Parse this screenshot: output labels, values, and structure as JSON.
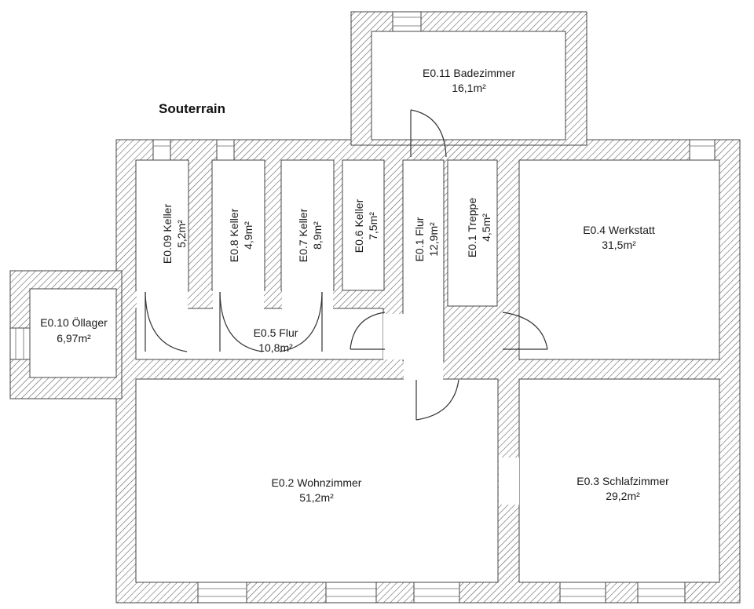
{
  "plan": {
    "title": "Souterrain",
    "rooms": [
      {
        "id": "E0.11",
        "name": "Badezimmer",
        "label": "E0.11 Badezimmer",
        "area": "16,1m²"
      },
      {
        "id": "E0.09",
        "name": "Keller",
        "label": "E0.09 Keller",
        "area": "5,2m²"
      },
      {
        "id": "E0.8",
        "name": "Keller",
        "label": "E0.8 Keller",
        "area": "4,9m²"
      },
      {
        "id": "E0.7",
        "name": "Keller",
        "label": "E0.7 Keller",
        "area": "8,9m²"
      },
      {
        "id": "E0.6",
        "name": "Keller",
        "label": "E0.6 Keller",
        "area": "7,5m²"
      },
      {
        "id": "E0.1",
        "name": "Flur",
        "label": "E0.1 Flur",
        "area": "12,9m²"
      },
      {
        "id": "E0.1",
        "name": "Treppe",
        "label": "E0.1 Treppe",
        "area": "4,5m²"
      },
      {
        "id": "E0.4",
        "name": "Werkstatt",
        "label": "E0.4 Werkstatt",
        "area": "31,5m²"
      },
      {
        "id": "E0.10",
        "name": "Öllager",
        "label": "E0.10 Öllager",
        "area": "6,97m²"
      },
      {
        "id": "E0.5",
        "name": "Flur",
        "label": "E0.5 Flur",
        "area": "10,8m²"
      },
      {
        "id": "E0.2",
        "name": "Wohnzimmer",
        "label": "E0.2 Wohnzimmer",
        "area": "51,2m²"
      },
      {
        "id": "E0.3",
        "name": "Schlafzimmer",
        "label": "E0.3 Schlafzimmer",
        "area": "29,2m²"
      }
    ],
    "colors": {
      "wall_hatch": "#555555",
      "wall_bg": "#ffffff",
      "text": "#1a1a1a"
    }
  }
}
